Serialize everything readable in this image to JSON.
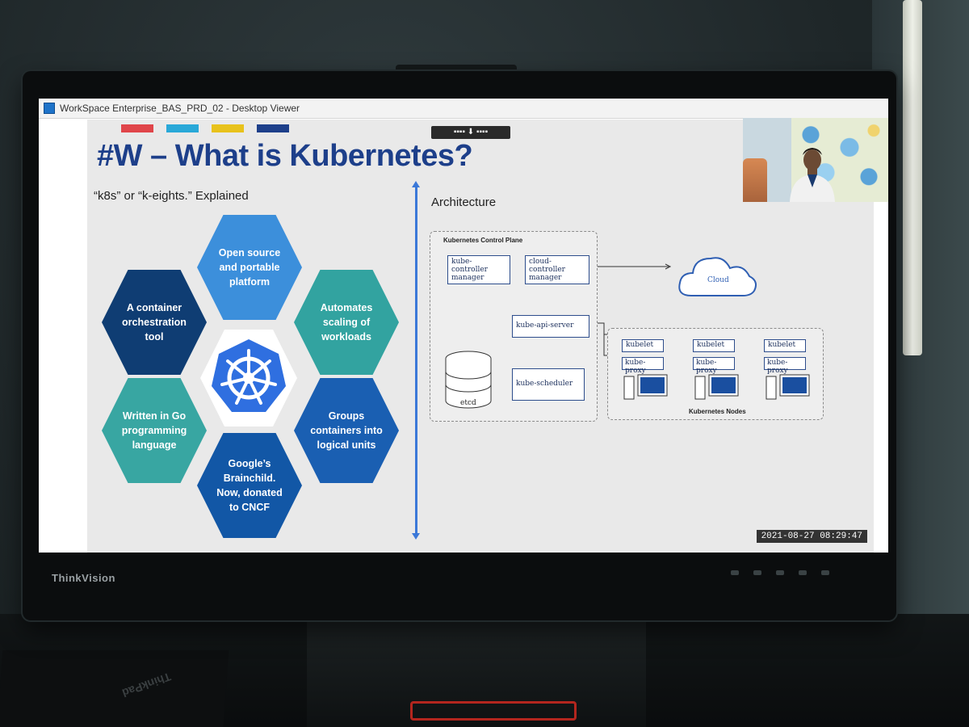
{
  "window": {
    "title": "WorkSpace Enterprise_BAS_PRD_02 - Desktop Viewer",
    "toolbar_glyph": "▪▪▪▪ ⬇ ▪▪▪▪"
  },
  "monitor": {
    "brand": "ThinkVision"
  },
  "laptop": {
    "brand": "ThinkPad"
  },
  "slide": {
    "title": "#W – What is Kubernetes?",
    "subtitle": "“k8s” or “k-eights.” Explained",
    "accent_colors": [
      "#e0454a",
      "#29a8d8",
      "#e8c21c",
      "#1d3f8a"
    ],
    "hexagons": [
      {
        "text": "Open source and portable platform",
        "color": "#3c8fdb"
      },
      {
        "text": "A container orchestration tool",
        "color": "#0f3d73"
      },
      {
        "text": "Automates scaling of workloads",
        "color": "#32a3a0"
      },
      {
        "text": "Written in Go programming language",
        "color": "#38a6a2"
      },
      {
        "text": "Groups containers into logical units",
        "color": "#1a5fb2"
      },
      {
        "text": "Google’s Brainchild. Now, donated to CNCF",
        "color": "#1257a6"
      }
    ],
    "logo_icon": "kubernetes-wheel-icon",
    "architecture": {
      "label": "Architecture",
      "control_plane_title": "Kubernetes Control Plane",
      "kube_controller_manager": "kube-controller manager",
      "cloud_controller_manager": "cloud-controller manager",
      "api_server": "kube-api-server",
      "etcd": "etcd",
      "scheduler": "kube-scheduler",
      "cloud": "Cloud",
      "nodes_title": "Kubernetes Nodes",
      "nodes": [
        {
          "kubelet": "kubelet",
          "proxy": "kube-proxy"
        },
        {
          "kubelet": "kubelet",
          "proxy": "kube-proxy"
        },
        {
          "kubelet": "kubelet",
          "proxy": "kube-proxy"
        }
      ]
    }
  },
  "timestamp": "2021-08-27  08:29:47"
}
